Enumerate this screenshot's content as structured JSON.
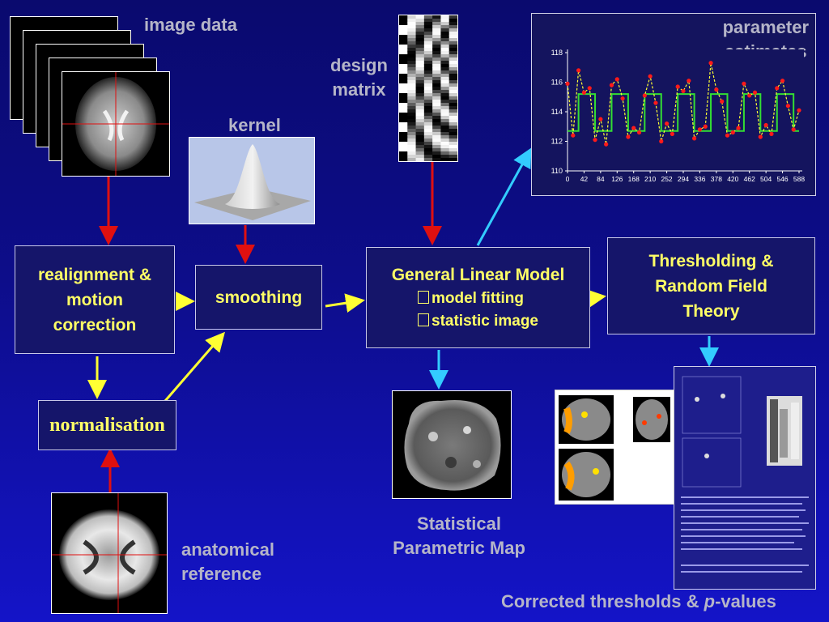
{
  "labels": {
    "image_data": "image data",
    "kernel": "kernel",
    "design_matrix_1": "design",
    "design_matrix_2": "matrix",
    "parameter_estimates_1": "parameter",
    "parameter_estimates_2": "estimates",
    "anatomical_1": "anatomical",
    "anatomical_2": "reference",
    "spm_1": "Statistical",
    "spm_2": "Parametric Map",
    "corrected_prefix": "Corrected thresholds & ",
    "corrected_p": "p",
    "corrected_suffix": "-values"
  },
  "boxes": {
    "realignment": [
      "realignment &",
      "motion",
      "correction"
    ],
    "smoothing": "smoothing",
    "normalisation": "normalisation",
    "glm_title": "General Linear Model",
    "glm_items": [
      "model fitting",
      "statistic image"
    ],
    "threshold": [
      "Thresholding &",
      "Random Field",
      "Theory"
    ]
  },
  "colors": {
    "background_top": "#0a0a6e",
    "background_bottom": "#1414c8",
    "box_text": "#ffff66",
    "label_gray": "#b5b5c8",
    "arrow_red": "#e01010",
    "arrow_yellow": "#ffff33",
    "arrow_cyan": "#33ccff",
    "plot_fit": "#33dd33",
    "plot_dash": "#ffff33",
    "plot_points": "#ff1a1a"
  },
  "chart_data": {
    "type": "line",
    "title": "",
    "xlabel": "",
    "ylabel": "",
    "x_ticks": [
      0,
      42,
      84,
      126,
      168,
      210,
      252,
      294,
      336,
      378,
      420,
      462,
      504,
      546,
      588
    ],
    "y_ticks": [
      110,
      112,
      114,
      116,
      118
    ],
    "xlim": [
      0,
      588
    ],
    "ylim": [
      110,
      118
    ],
    "series": [
      {
        "type": "step",
        "x": [
          0,
          14,
          28,
          42,
          56,
          70,
          84,
          98,
          112,
          126,
          140,
          154,
          168,
          182,
          196,
          210,
          224,
          238,
          252,
          266,
          280,
          294,
          308,
          322,
          336,
          350,
          364,
          378,
          392,
          406,
          420,
          434,
          448,
          462,
          476,
          490,
          504,
          518,
          532,
          546,
          560,
          574,
          588
        ],
        "values": [
          112.7,
          112.7,
          115.2,
          115.2,
          115.2,
          112.7,
          112.7,
          112.7,
          115.2,
          115.2,
          115.2,
          112.7,
          112.7,
          112.7,
          115.2,
          115.2,
          115.2,
          112.7,
          112.7,
          112.7,
          115.2,
          115.2,
          115.2,
          112.7,
          112.7,
          112.7,
          115.2,
          115.2,
          115.2,
          112.7,
          112.7,
          112.7,
          115.2,
          115.2,
          115.2,
          112.7,
          112.7,
          112.7,
          115.2,
          115.2,
          115.2,
          112.7,
          112.7
        ]
      },
      {
        "type": "scatter",
        "x": [
          0,
          14,
          28,
          42,
          56,
          70,
          84,
          98,
          112,
          126,
          140,
          154,
          168,
          182,
          196,
          210,
          224,
          238,
          252,
          266,
          280,
          294,
          308,
          322,
          336,
          350,
          364,
          378,
          392,
          406,
          420,
          434,
          448,
          462,
          476,
          490,
          504,
          518,
          532,
          546,
          560,
          574,
          588
        ],
        "values": [
          115.9,
          112.4,
          116.8,
          115.3,
          115.6,
          112.1,
          113.5,
          111.8,
          115.8,
          116.2,
          114.9,
          112.3,
          112.9,
          112.6,
          115.1,
          116.4,
          114.6,
          112.0,
          113.2,
          112.5,
          115.7,
          115.4,
          116.1,
          112.2,
          112.8,
          113.0,
          117.3,
          115.5,
          114.7,
          112.4,
          112.6,
          112.9,
          115.9,
          115.1,
          115.3,
          112.3,
          113.1,
          112.5,
          115.6,
          116.1,
          114.4,
          112.8,
          114.1
        ]
      }
    ]
  }
}
